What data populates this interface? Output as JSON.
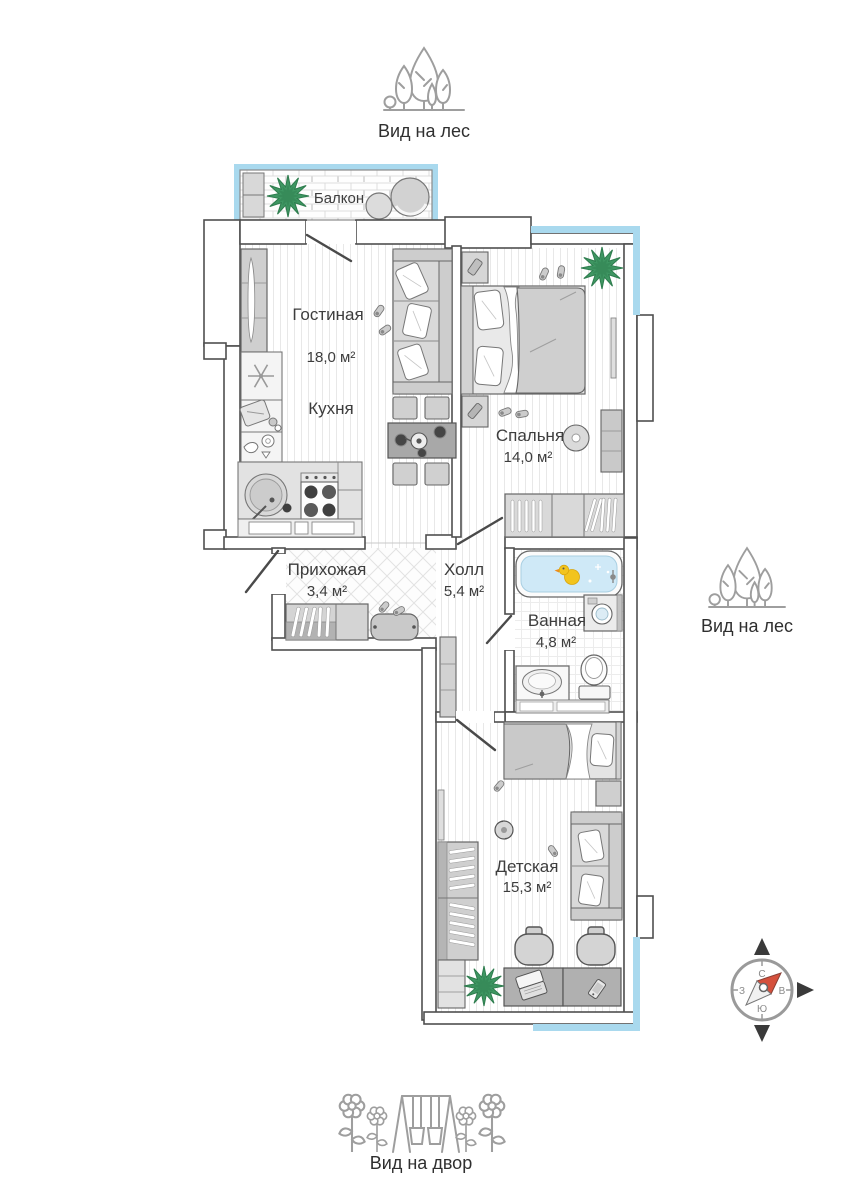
{
  "views": {
    "top": "Вид на лес",
    "right": "Вид на лес",
    "bottom": "Вид на двор"
  },
  "rooms": {
    "balcony": {
      "name": "Балкон"
    },
    "living": {
      "name": "Гостиная",
      "area": "18,0 м²"
    },
    "kitchen": {
      "name": "Кухня"
    },
    "bedroom": {
      "name": "Спальня",
      "area": "14,0 м²"
    },
    "entry": {
      "name": "Прихожая",
      "area": "3,4 м²"
    },
    "hall": {
      "name": "Холл",
      "area": "5,4 м²"
    },
    "bath": {
      "name": "Ванная",
      "area": "4,8 м²"
    },
    "kids": {
      "name": "Детская",
      "area": "15,3 м²"
    }
  },
  "compass": {
    "n": "С",
    "s": "Ю",
    "w": "З",
    "e": "В"
  },
  "colors": {
    "glazing": "#a9d9ee",
    "water": "#cfe9f7",
    "duck": "#f2c41d",
    "plant": "#3f9763",
    "needle": "#d5503c",
    "wall": "#4f4f4f"
  }
}
